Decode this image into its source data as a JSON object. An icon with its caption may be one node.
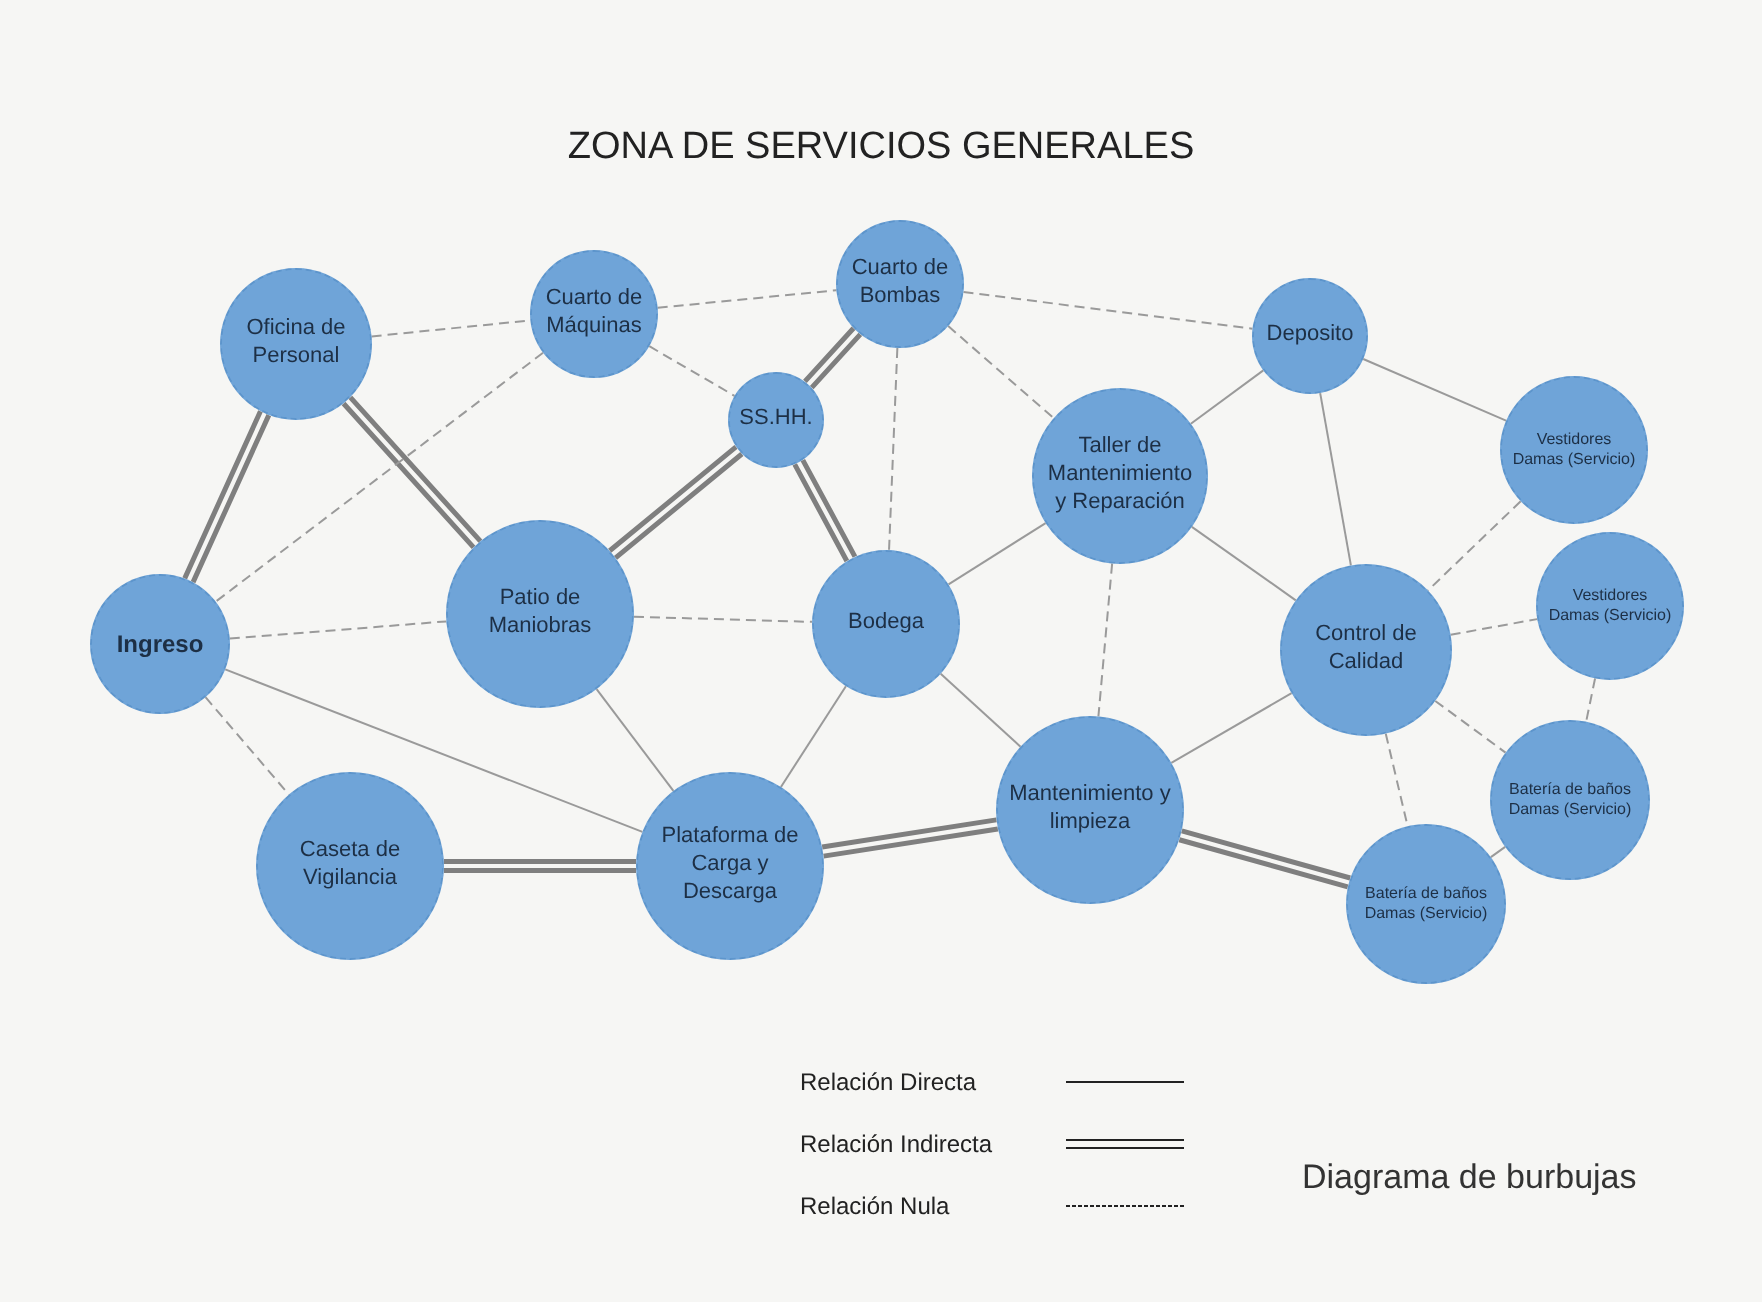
{
  "diagram": {
    "title": "ZONA DE SERVICIOS GENERALES",
    "nodes": [
      {
        "text": [
          "Oficina de Personal"
        ]
      },
      {
        "text": [
          "Cuarto de Máquinas"
        ]
      },
      {
        "text": [
          "Cuarto de Bombas"
        ]
      },
      {
        "text": [
          "Deposito"
        ]
      },
      {
        "text": [
          "SS.HH."
        ]
      },
      {
        "text": [
          "Taller de Mantenimiento y Reparación"
        ]
      },
      {
        "text": [
          "Vestidores Damas (Servicio)"
        ]
      },
      {
        "text": [
          "Ingreso"
        ]
      },
      {
        "text": [
          "Patio de Maniobras"
        ]
      },
      {
        "text": [
          "Bodega"
        ]
      },
      {
        "text": [
          "Control de Calidad"
        ]
      },
      {
        "text": [
          "Vestidores Damas (Servicio)"
        ]
      },
      {
        "text": [
          "Caseta de Vigilancia"
        ]
      },
      {
        "text": [
          "Plataforma de Carga y Descarga"
        ]
      },
      {
        "text": [
          "Mantenimiento y limpieza"
        ]
      },
      {
        "text": [
          "Batería de baños Damas (Servicio)"
        ]
      },
      {
        "text": [
          "Batería de baños Damas (Servicio)"
        ]
      }
    ],
    "edges": [
      {
        "from": 0,
        "to": 1,
        "arrow": "none",
        "style": "dashed"
      },
      {
        "from": 1,
        "to": 2,
        "arrow": "none",
        "style": "dashed"
      },
      {
        "from": 2,
        "to": 3,
        "arrow": "none",
        "style": "dashed"
      },
      {
        "from": 0,
        "to": 7,
        "arrow": "none",
        "style": "thick"
      },
      {
        "from": 0,
        "to": 8,
        "arrow": "none",
        "style": "thick"
      },
      {
        "from": 1,
        "to": 7,
        "arrow": "none",
        "style": "dashed"
      },
      {
        "from": 1,
        "to": 4,
        "arrow": "none",
        "style": "dashed"
      },
      {
        "from": 2,
        "to": 4,
        "arrow": "none",
        "style": "thick"
      },
      {
        "from": 2,
        "to": 9,
        "arrow": "none",
        "style": "dashed"
      },
      {
        "from": 2,
        "to": 5,
        "arrow": "none",
        "style": "dashed"
      },
      {
        "from": 4,
        "to": 8,
        "arrow": "none",
        "style": "thick"
      },
      {
        "from": 4,
        "to": 9,
        "arrow": "none",
        "style": "thick"
      },
      {
        "from": 7,
        "to": 8,
        "arrow": "none",
        "style": "dashed"
      },
      {
        "from": 8,
        "to": 9,
        "arrow": "none",
        "style": "dashed"
      },
      {
        "from": 7,
        "to": 12,
        "arrow": "none",
        "style": "dashed"
      },
      {
        "from": 7,
        "to": 13,
        "arrow": "none"
      },
      {
        "from": 8,
        "to": 13,
        "arrow": "none"
      },
      {
        "from": 9,
        "to": 13,
        "arrow": "none"
      },
      {
        "from": 9,
        "to": 14,
        "arrow": "none"
      },
      {
        "from": 9,
        "to": 5,
        "arrow": "none"
      },
      {
        "from": 5,
        "to": 3,
        "arrow": "none"
      },
      {
        "from": 5,
        "to": 10,
        "arrow": "none"
      },
      {
        "from": 5,
        "to": 14,
        "arrow": "none",
        "style": "dashed"
      },
      {
        "from": 3,
        "to": 6,
        "arrow": "none"
      },
      {
        "from": 3,
        "to": 10,
        "arrow": "none"
      },
      {
        "from": 6,
        "to": 10,
        "arrow": "none",
        "style": "dashed"
      },
      {
        "from": 10,
        "to": 11,
        "arrow": "none",
        "style": "dashed"
      },
      {
        "from": 11,
        "to": 15,
        "arrow": "none",
        "style": "dashed"
      },
      {
        "from": 10,
        "to": 15,
        "arrow": "none",
        "style": "dashed"
      },
      {
        "from": 10,
        "to": 16,
        "arrow": "none",
        "style": "dashed"
      },
      {
        "from": 15,
        "to": 16,
        "arrow": "none"
      },
      {
        "from": 12,
        "to": 13,
        "arrow": "none",
        "style": "thick"
      },
      {
        "from": 13,
        "to": 14,
        "arrow": "none",
        "style": "thick"
      },
      {
        "from": 14,
        "to": 16,
        "arrow": "none",
        "style": "thick"
      },
      {
        "from": 10,
        "to": 14,
        "arrow": "none"
      }
    ],
    "labels": [
      "Diagrama de burbujas"
    ],
    "legend": [
      {
        "text": "Relación Directa"
      },
      {
        "text": "Relación Indirecta"
      },
      {
        "text": "Relación Nula"
      }
    ]
  }
}
